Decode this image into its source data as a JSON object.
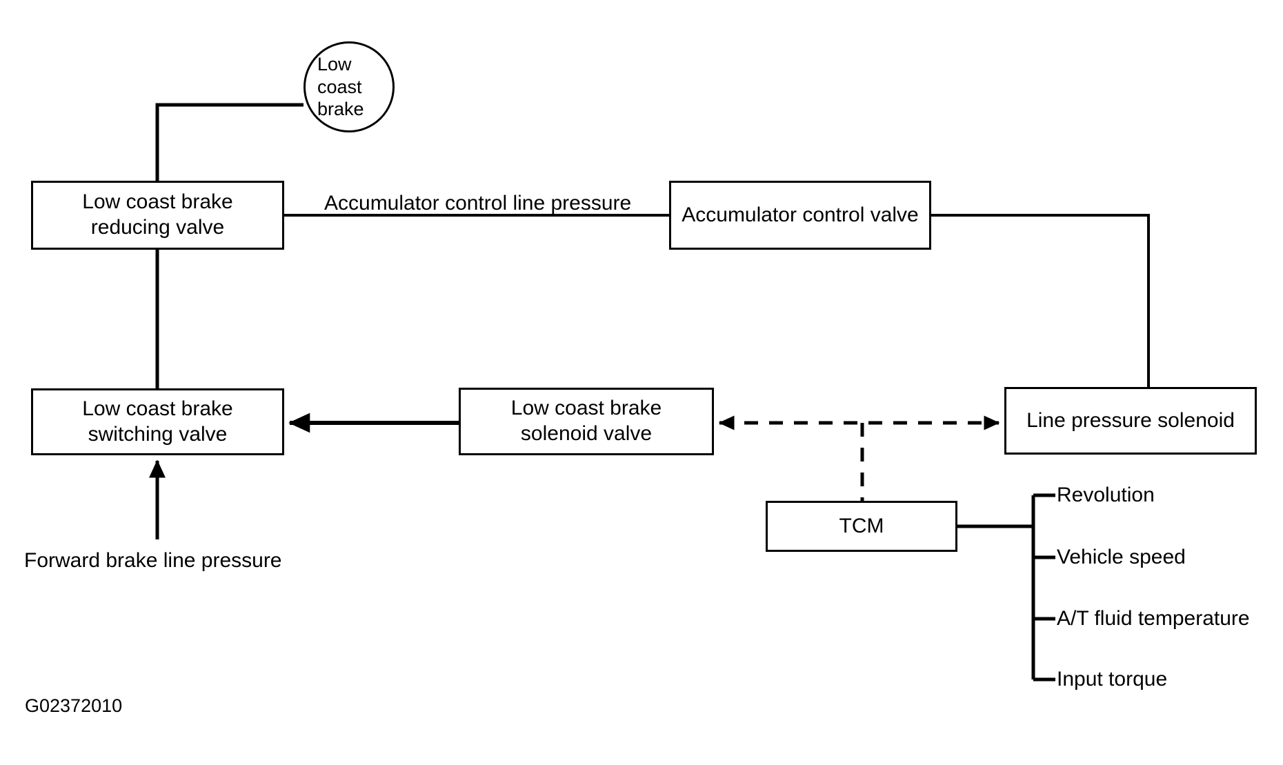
{
  "figure": {
    "id_label": "G02372010",
    "line_color": "#000000",
    "background_color": "#ffffff"
  },
  "nodes": {
    "low_coast_brake": {
      "label": "Low coast\nbrake",
      "shape": "circle"
    },
    "reducing_valve": {
      "label": "Low coast brake\nreducing valve",
      "shape": "box"
    },
    "accumulator_control_valve": {
      "label": "Accumulator control valve",
      "shape": "box"
    },
    "switching_valve": {
      "label": "Low coast brake\nswitching valve",
      "shape": "box"
    },
    "solenoid_valve": {
      "label": "Low coast brake\nsolenoid valve",
      "shape": "box"
    },
    "line_pressure_solenoid": {
      "label": "Line pressure solenoid",
      "shape": "box"
    },
    "tcm": {
      "label": "TCM",
      "shape": "box"
    }
  },
  "labels": {
    "accumulator_line": "Accumulator control line pressure",
    "forward_brake": "Forward brake line pressure"
  },
  "tcm_inputs": [
    {
      "label": "Revolution"
    },
    {
      "label": "Vehicle speed"
    },
    {
      "label": "A/T fluid temperature"
    },
    {
      "label": "Input torque"
    }
  ]
}
